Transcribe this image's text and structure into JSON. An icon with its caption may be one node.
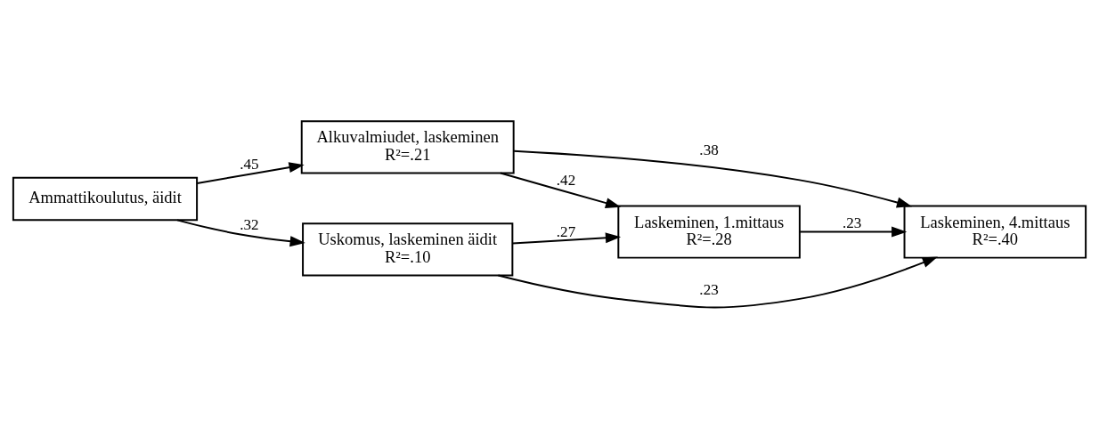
{
  "diagram": {
    "nodes": [
      {
        "text": [
          "Ammattikoulutus, äidit"
        ]
      },
      {
        "text": [
          "Alkuvalmiudet, laskeminen",
          "R²=.21"
        ]
      },
      {
        "text": [
          "Laskeminen, 1.mittaus",
          "R²=.28"
        ]
      },
      {
        "text": [
          "Laskeminen, 4.mittaus",
          "R²=.40"
        ]
      },
      {
        "text": [
          "Uskomus, laskeminen äidit",
          "R²=.10"
        ]
      }
    ],
    "edges": [
      {
        "from": 0,
        "to": 1,
        "arrow": "to",
        "label": ".45"
      },
      {
        "from": 0,
        "to": 4,
        "arrow": "to",
        "label": ".32"
      },
      {
        "from": 1,
        "to": 2,
        "arrow": "to",
        "label": ".42"
      },
      {
        "from": 1,
        "to": 3,
        "arrow": "to",
        "label": ".38"
      },
      {
        "from": 2,
        "to": 3,
        "arrow": "to",
        "label": ".23"
      },
      {
        "from": 4,
        "to": 2,
        "arrow": "to",
        "label": ".27"
      },
      {
        "from": 4,
        "to": 3,
        "arrow": "to",
        "label": ".23"
      }
    ]
  }
}
